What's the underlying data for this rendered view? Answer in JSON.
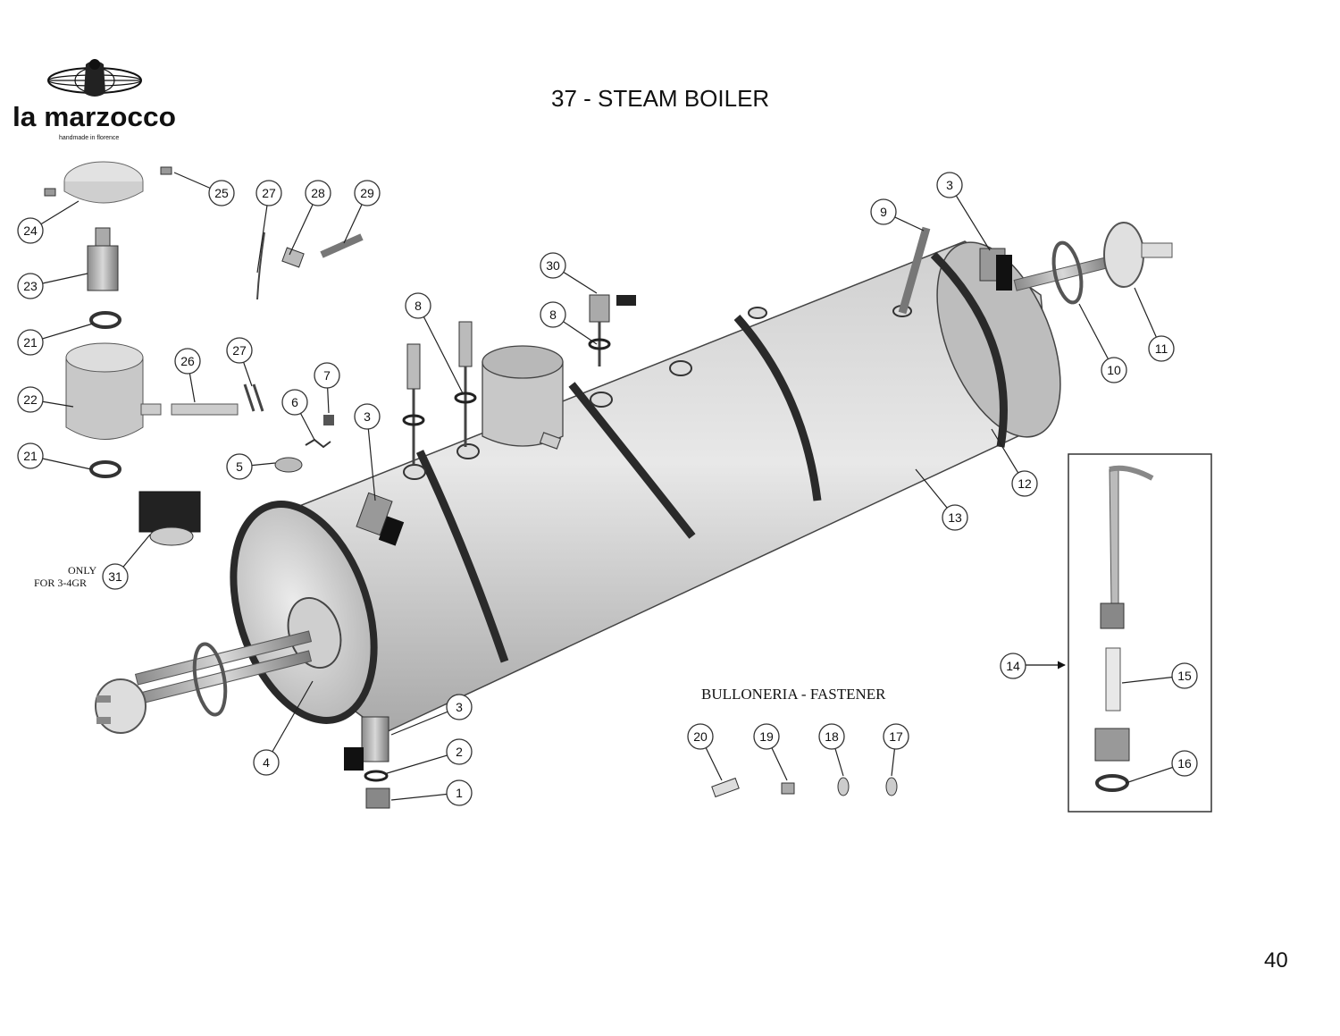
{
  "header": {
    "brand_name": "la marzocco",
    "brand_tagline": "handmade in florence",
    "title": "37 - STEAM BOILER"
  },
  "fastener_label": "BULLONERIA - FASTENER",
  "note_31_line1": "ONLY",
  "note_31_line2": "FOR 3-4GR",
  "page_number": "40",
  "callouts": [
    "25",
    "27",
    "28",
    "29",
    "24",
    "23",
    "21",
    "22",
    "26",
    "27",
    "21",
    "7",
    "6",
    "3",
    "5",
    "31",
    "30",
    "8",
    "8",
    "3",
    "9",
    "10",
    "11",
    "12",
    "13",
    "14",
    "15",
    "16",
    "3",
    "2",
    "1",
    "4",
    "20",
    "19",
    "18",
    "17"
  ]
}
